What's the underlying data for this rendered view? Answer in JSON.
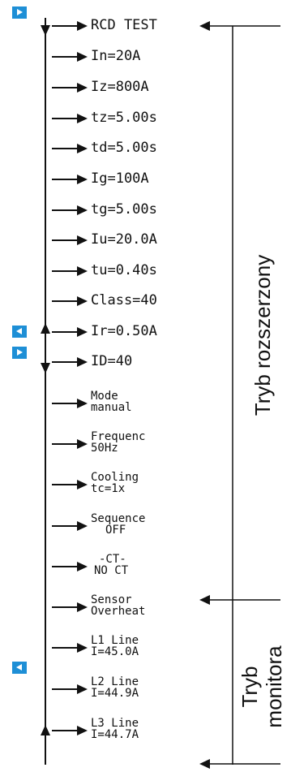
{
  "menu_items": [
    {
      "lines": [
        "RCD TEST"
      ]
    },
    {
      "lines": [
        "In=20A"
      ]
    },
    {
      "lines": [
        "Iz=800A"
      ]
    },
    {
      "lines": [
        "tz=5.00s"
      ]
    },
    {
      "lines": [
        "td=5.00s"
      ]
    },
    {
      "lines": [
        "Ig=100A"
      ]
    },
    {
      "lines": [
        "tg=5.00s"
      ]
    },
    {
      "lines": [
        "Iu=20.0A"
      ]
    },
    {
      "lines": [
        "tu=0.40s"
      ]
    },
    {
      "lines": [
        "Class=40"
      ]
    },
    {
      "lines": [
        "Ir=0.50A"
      ]
    },
    {
      "lines": [
        "ID=40"
      ]
    },
    {
      "lines": [
        "Mode",
        "manual"
      ]
    },
    {
      "lines": [
        "Frequenc",
        "50Hz"
      ]
    },
    {
      "lines": [
        "Cooling",
        "tc=1x"
      ]
    },
    {
      "lines": [
        "Sequence",
        "OFF"
      ]
    },
    {
      "lines": [
        "-CT-",
        "NO CT"
      ]
    },
    {
      "lines": [
        "Sensor",
        "Overheat"
      ]
    },
    {
      "lines": [
        "L1 Line",
        "I=45.0A"
      ]
    },
    {
      "lines": [
        "L2 Line",
        "I=44.9A"
      ]
    },
    {
      "lines": [
        "L3 Line",
        "I=44.7A"
      ]
    }
  ],
  "nav_buttons": [
    {
      "direction": "right",
      "item": 0
    },
    {
      "direction": "left",
      "item": 10
    },
    {
      "direction": "right",
      "item": 11
    },
    {
      "direction": "left",
      "item": 18
    }
  ],
  "brackets": {
    "extended": {
      "label": "Tryb rozszerzony",
      "from_item": 0,
      "to_item": 17
    },
    "monitor": {
      "label_line1": "Tryb",
      "label_line2": "monitora",
      "from_item": 17,
      "to_item": 20
    }
  },
  "colors": {
    "line": "#111111",
    "button": "#1e8fd6",
    "button_glyph": "#ffffff"
  }
}
